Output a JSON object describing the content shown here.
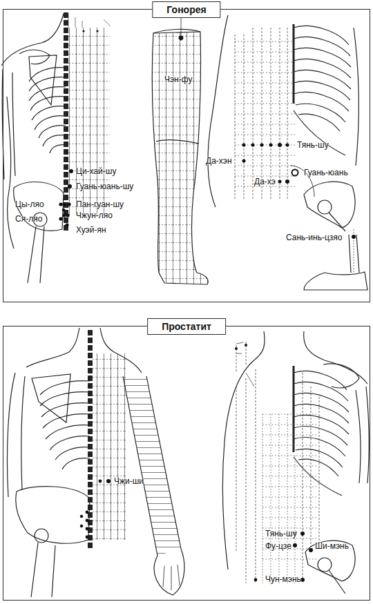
{
  "diagram": {
    "nodes": [
      {
        "text": [
          "Гонорея"
        ]
      },
      {
        "text": [
          "Простатит"
        ]
      }
    ],
    "labels": [
      "Ци-хай-шу",
      "Гуань-юань-шу",
      "Цы-ляо",
      "Пан-гуан-шу",
      "Ся-ляо",
      "Чжун-ляо",
      "Хуэй-ян",
      "Чэн-фу",
      "Да-хэн",
      "Тянь-шу",
      "Да-хэ",
      "Гуань-юань",
      "Сань-инь-цзяо",
      "Чжи-ши",
      "Тянь-шу",
      "Фу-цзе",
      "Ши-мэнь",
      "Чун-мэнь"
    ]
  }
}
